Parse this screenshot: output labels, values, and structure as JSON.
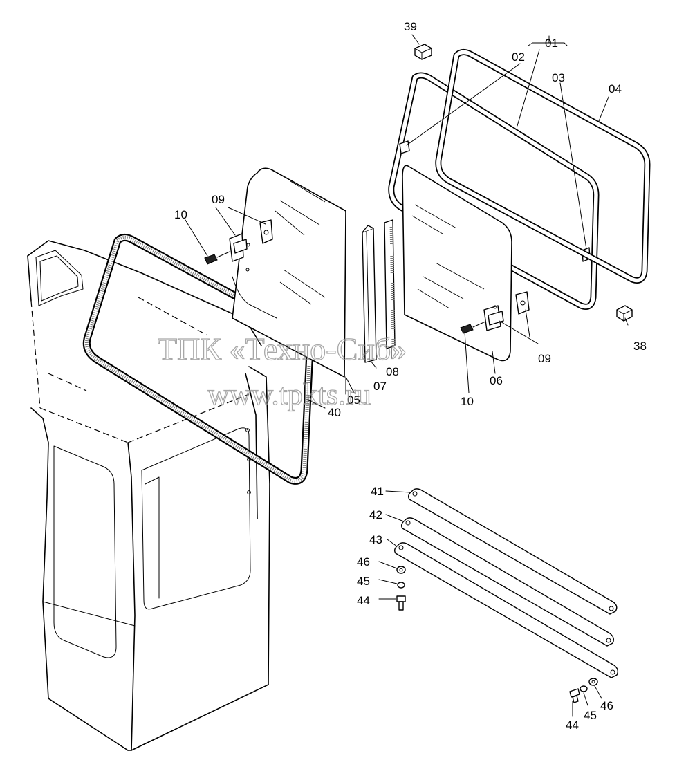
{
  "callouts": {
    "c01": "01",
    "c02": "02",
    "c03": "03",
    "c04": "04",
    "c05": "05",
    "c06": "06",
    "c07": "07",
    "c08": "08",
    "c09a": "09",
    "c09b": "09",
    "c10a": "10",
    "c10b": "10",
    "c38": "38",
    "c39": "39",
    "c40": "40",
    "c41": "41",
    "c42": "42",
    "c43": "43",
    "c44a": "44",
    "c44b": "44",
    "c45a": "45",
    "c45b": "45",
    "c46a": "46",
    "c46b": "46"
  },
  "watermark": {
    "line1": "ТПК «Техно-Сиб»",
    "line2": "www.tpkts.ru"
  }
}
